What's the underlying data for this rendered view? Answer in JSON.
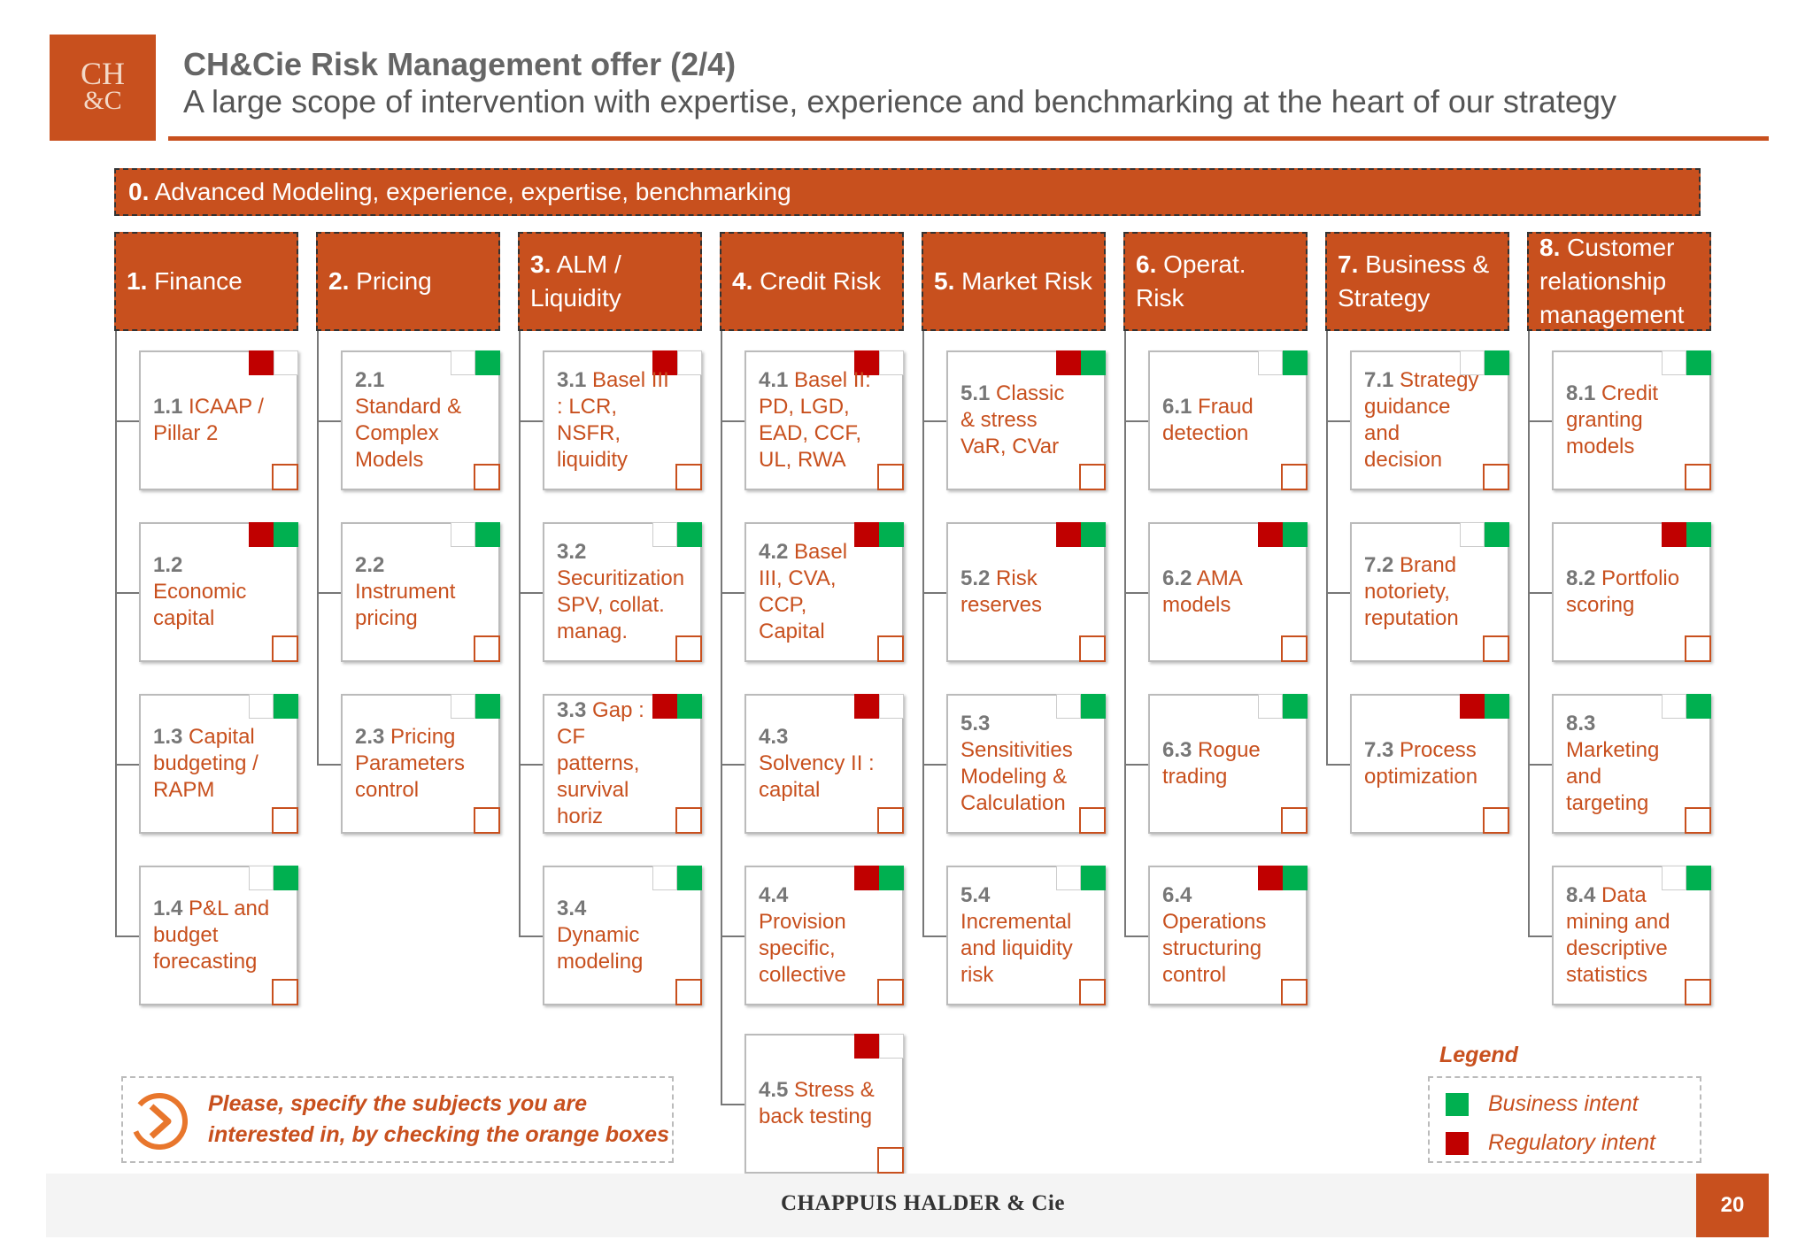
{
  "header": {
    "logo_line1": "CH",
    "logo_line2": "&C",
    "title": "CH&Cie Risk Management offer (2/4)",
    "subtitle": "A large scope of intervention with expertise, experience and benchmarking at the heart of our strategy"
  },
  "banner": {
    "num": "0.",
    "label": " Advanced Modeling, experience, expertise, benchmarking"
  },
  "categories": [
    {
      "num": "1.",
      "label": "Finance",
      "items": [
        {
          "num": "1.1",
          "label": "ICAAP / Pillar 2",
          "flags": [
            "red",
            "empty"
          ]
        },
        {
          "num": "1.2",
          "label": "Economic capital",
          "flags": [
            "red",
            "green"
          ]
        },
        {
          "num": "1.3",
          "label": "Capital budgeting / RAPM",
          "flags": [
            "empty",
            "green"
          ]
        },
        {
          "num": "1.4",
          "label": "P&L and budget forecasting",
          "flags": [
            "empty",
            "green"
          ]
        }
      ]
    },
    {
      "num": "2.",
      "label": "Pricing",
      "items": [
        {
          "num": "2.1",
          "label": "Standard & Complex Models",
          "flags": [
            "empty",
            "green"
          ]
        },
        {
          "num": "2.2",
          "label": "Instrument pricing",
          "flags": [
            "empty",
            "green"
          ]
        },
        {
          "num": "2.3",
          "label": "Pricing Parameters control",
          "flags": [
            "empty",
            "green"
          ]
        }
      ]
    },
    {
      "num": "3.",
      "label": "ALM / Liquidity",
      "items": [
        {
          "num": "3.1",
          "label": "Basel III : LCR, NSFR, liquidity",
          "flags": [
            "red",
            "empty"
          ]
        },
        {
          "num": "3.2",
          "label": "Securitization SPV, collat. manag.",
          "flags": [
            "empty",
            "green"
          ]
        },
        {
          "num": "3.3",
          "label": "Gap : CF patterns, survival horiz",
          "flags": [
            "red",
            "green"
          ]
        },
        {
          "num": "3.4",
          "label": "Dynamic modeling",
          "flags": [
            "empty",
            "green"
          ]
        }
      ]
    },
    {
      "num": "4.",
      "label": "Credit Risk",
      "items": [
        {
          "num": "4.1",
          "label": "Basel II: PD, LGD, EAD, CCF, UL, RWA",
          "flags": [
            "red",
            "empty"
          ]
        },
        {
          "num": "4.2",
          "label": "Basel III, CVA, CCP, Capital",
          "flags": [
            "red",
            "green"
          ]
        },
        {
          "num": "4.3",
          "label": "Solvency II : capital",
          "flags": [
            "red",
            "empty"
          ]
        },
        {
          "num": "4.4",
          "label": "Provision specific, collective",
          "flags": [
            "red",
            "green"
          ]
        },
        {
          "num": "4.5",
          "label": "Stress & back testing",
          "flags": [
            "red",
            "empty"
          ]
        }
      ]
    },
    {
      "num": "5.",
      "label": "Market Risk",
      "items": [
        {
          "num": "5.1",
          "label": "Classic & stress VaR, CVar",
          "flags": [
            "red",
            "green"
          ]
        },
        {
          "num": "5.2",
          "label": "Risk reserves",
          "flags": [
            "red",
            "green"
          ]
        },
        {
          "num": "5.3",
          "label": "Sensitivities Modeling & Calculation",
          "flags": [
            "empty",
            "green"
          ]
        },
        {
          "num": "5.4",
          "label": "Incremental and liquidity risk",
          "flags": [
            "empty",
            "green"
          ]
        }
      ]
    },
    {
      "num": "6.",
      "label": "Operat. Risk",
      "items": [
        {
          "num": "6.1",
          "label": "Fraud detection",
          "flags": [
            "empty",
            "green"
          ]
        },
        {
          "num": "6.2",
          "label": "AMA models",
          "flags": [
            "red",
            "green"
          ]
        },
        {
          "num": "6.3",
          "label": "Rogue trading",
          "flags": [
            "empty",
            "green"
          ]
        },
        {
          "num": "6.4",
          "label": "Operations structuring control",
          "flags": [
            "red",
            "green"
          ]
        }
      ]
    },
    {
      "num": "7.",
      "label": "Business & Strategy",
      "items": [
        {
          "num": "7.1",
          "label": "Strategy guidance and decision",
          "flags": [
            "empty",
            "green"
          ]
        },
        {
          "num": "7.2",
          "label": "Brand notoriety, reputation",
          "flags": [
            "empty",
            "green"
          ]
        },
        {
          "num": "7.3",
          "label": "Process optimization",
          "flags": [
            "red",
            "green"
          ]
        }
      ]
    },
    {
      "num": "8.",
      "label": "Customer relationship management",
      "items": [
        {
          "num": "8.1",
          "label": "Credit granting models",
          "flags": [
            "empty",
            "green"
          ]
        },
        {
          "num": "8.2",
          "label": "Portfolio scoring",
          "flags": [
            "red",
            "green"
          ]
        },
        {
          "num": "8.3",
          "label": "Marketing and targeting",
          "flags": [
            "empty",
            "green"
          ]
        },
        {
          "num": "8.4",
          "label": "Data mining and descriptive statistics",
          "flags": [
            "empty",
            "green"
          ]
        }
      ]
    }
  ],
  "note": {
    "line1": "Please, specify the subjects you are",
    "line2": "interested in, by checking the orange boxes"
  },
  "legend": {
    "title": "Legend",
    "business": "Business intent",
    "regulatory": "Regulatory intent"
  },
  "footer": {
    "brand": "CHAPPUIS HALDER & Cie",
    "page": "20"
  },
  "colors": {
    "accent": "#c8501e",
    "business": "#00b050",
    "regulatory": "#c00000"
  }
}
